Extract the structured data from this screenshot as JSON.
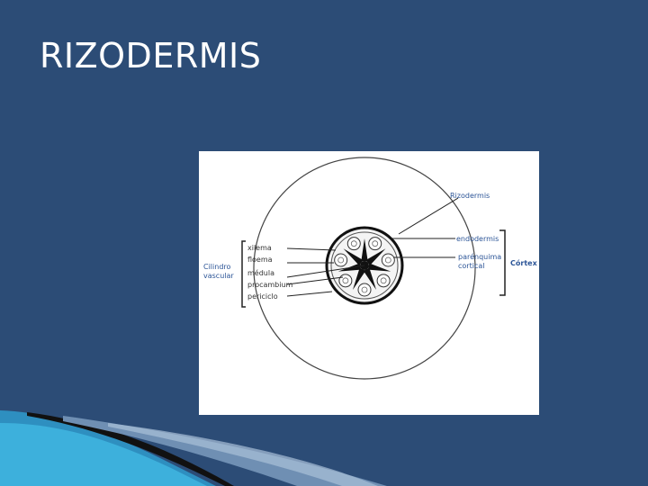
{
  "slide": {
    "title": "RIZODERMIS"
  },
  "diagram": {
    "labels": {
      "rizodermis": "Rizodermis",
      "endodermis": "endodermis",
      "parenquima_line1": "parénquima",
      "parenquima_line2": "cortical",
      "cortex": "Córtex",
      "xilema": "xilema",
      "floema": "floema",
      "medula": "médula",
      "procambium": "procambium",
      "periciclo": "periciclo",
      "cilindro_line1": "Cilindro",
      "cilindro_line2": "vascular"
    }
  },
  "colors": {
    "background": "#2c4c76",
    "label_blue": "#2c5597",
    "accent_cyan": "#3fb6e0"
  }
}
